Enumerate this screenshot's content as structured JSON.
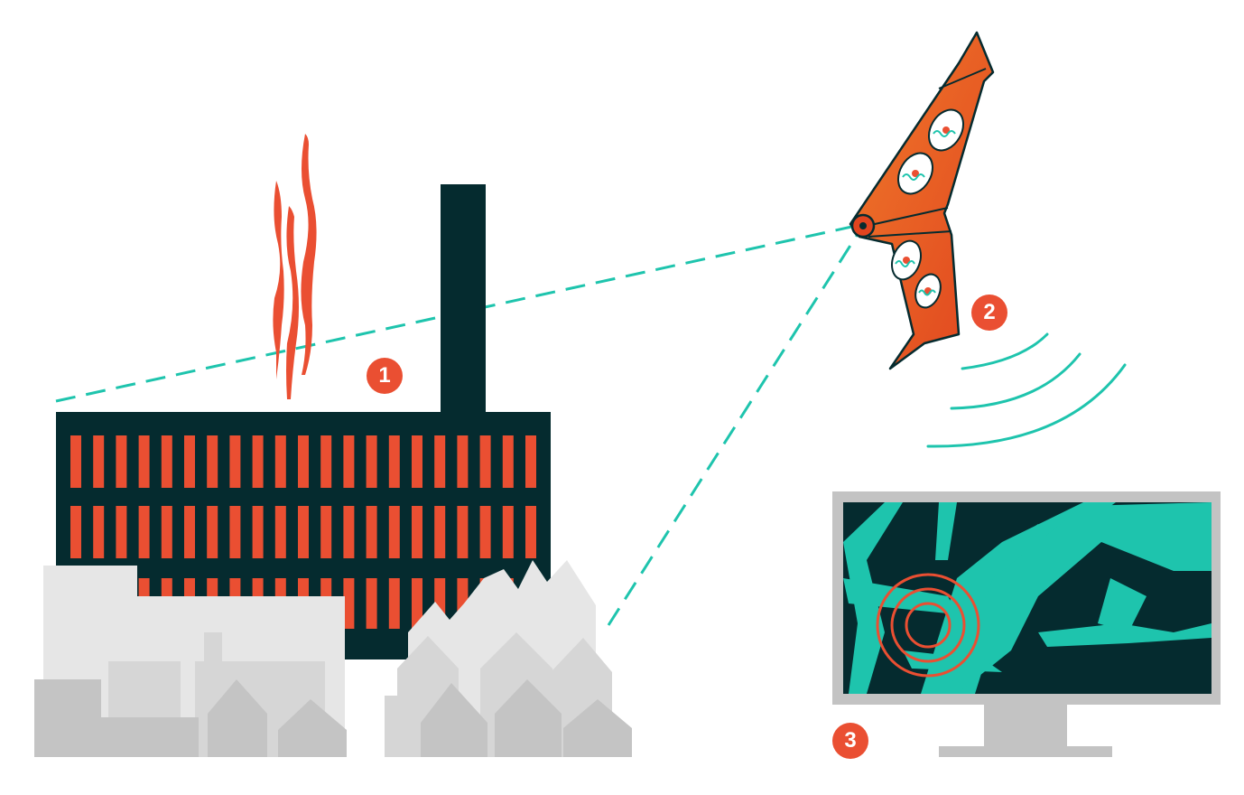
{
  "colors": {
    "accent_orange": "#ea4f32",
    "dark_teal": "#052b2f",
    "teal": "#1ec4ad",
    "building_light": "#e6e6e6",
    "building_mid": "#d6d6d6",
    "building_dark": "#c4c4c4",
    "monitor_frame": "#c3c3c3",
    "background": "#ffffff"
  },
  "steps": [
    {
      "number": "1",
      "subject": "factory-emission"
    },
    {
      "number": "2",
      "subject": "drone-sensor"
    },
    {
      "number": "3",
      "subject": "map-monitor"
    }
  ]
}
